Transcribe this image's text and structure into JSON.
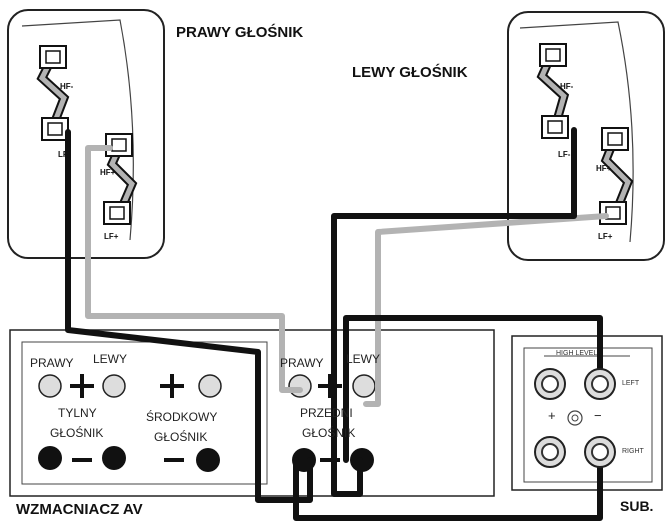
{
  "labels": {
    "right_speaker": "PRAWY GŁOŚNIK",
    "left_speaker": "LEWY GŁOŚNIK",
    "amplifier": "WZMACNIACZ AV",
    "sub": "SUB."
  },
  "rear": {
    "right": "PRAWY",
    "left": "LEWY",
    "line1": "TYLNY",
    "line2": "GŁOŚNIK"
  },
  "center": {
    "line1": "ŚRODKOWY",
    "line2": "GŁOŚNIK"
  },
  "front": {
    "right": "PRAWY",
    "left": "LEWY",
    "line1": "PRZEDNI",
    "line2": "GŁOŚNIK"
  },
  "terminals": {
    "hf_minus": "HF-",
    "lf_minus": "LF-",
    "hf_plus": "HF+",
    "lf_plus": "LF+"
  },
  "sub_panel": {
    "header": "HIGH LEVEL",
    "left": "LEFT",
    "right": "RIGHT",
    "plus": "+",
    "minus": "−"
  },
  "colors": {
    "black_wire": "#111111",
    "grey_wire": "#b3b3b3",
    "outline": "#222222"
  }
}
